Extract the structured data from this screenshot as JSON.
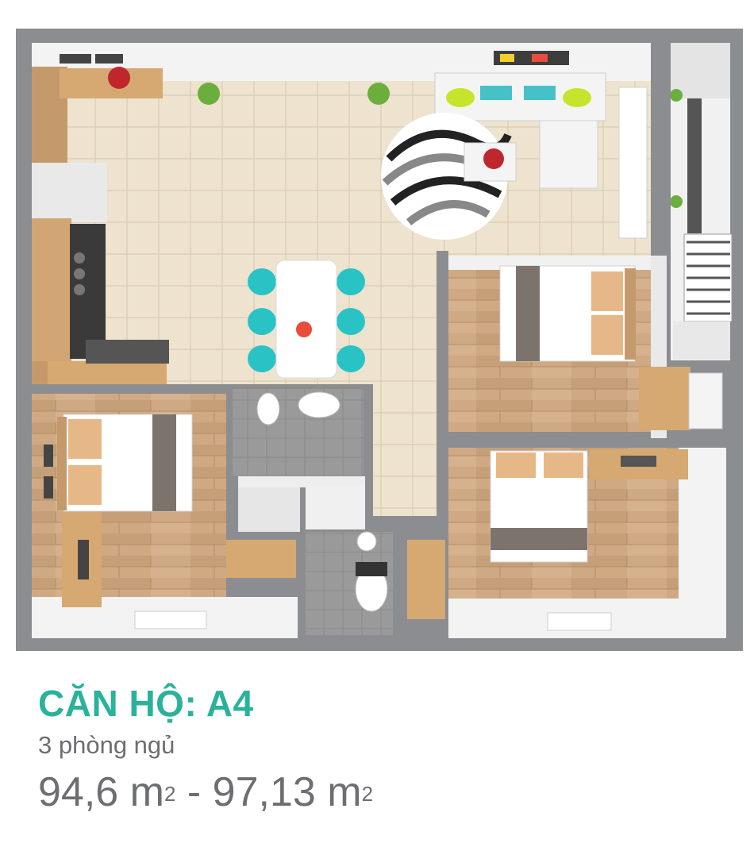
{
  "unit": {
    "title": "CĂN HỘ: A4",
    "bedrooms": "3 phòng ngủ",
    "area_min_value": "94,6 m",
    "area_separator": " - ",
    "area_max_value": "97,13 m",
    "area_unit_sup": "2"
  },
  "colors": {
    "title": "#2ab29a",
    "text": "#6d6e71",
    "wall": "#8c8d90",
    "tile": "#ede3d0",
    "wood": "#c9a27c",
    "chair": "#29c3c6"
  },
  "icons": [
    "sofa-icon",
    "rug-icon",
    "dining-table-icon",
    "bed-icon",
    "toilet-icon",
    "plant-icon",
    "kitchen-counter-icon",
    "stairs-icon",
    "desk-icon"
  ]
}
